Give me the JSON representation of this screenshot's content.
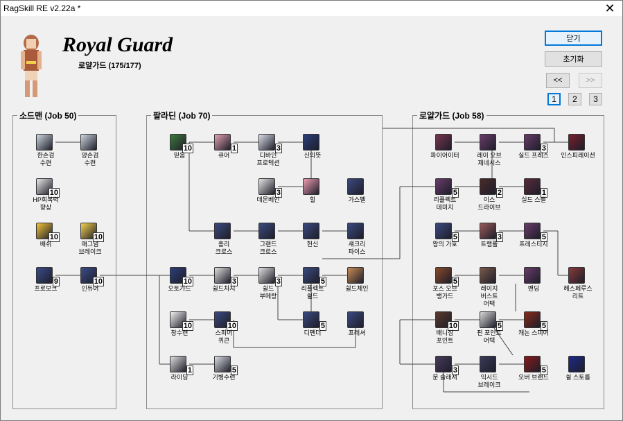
{
  "window": {
    "title": "RagSkill RE v2.22a *",
    "close_glyph": "✕"
  },
  "header": {
    "class_name": "Royal Guard",
    "subtitle": "로얄가드 (175/177)"
  },
  "buttons": {
    "close": "닫기",
    "reset": "초기화",
    "prev": "<<",
    "next": ">>"
  },
  "pages": [
    "1",
    "2",
    "3"
  ],
  "groups": {
    "swordman": "소드맨 (Job 50)",
    "paladin": "팔라딘 (Job 70)",
    "royalguard": "로얄가드 (Job 58)"
  },
  "skills": [
    {
      "name": "한손검\n수련",
      "level": "",
      "icon": "sword-icon",
      "color": "#cfd8e0"
    },
    {
      "name": "양손검\n수련",
      "level": "",
      "icon": "two-hand-sword-icon",
      "color": "#cfd8e0"
    },
    {
      "name": "HP회복력\n향상",
      "level": "10",
      "icon": "hp-recovery-icon",
      "color": "#e9e9e9"
    },
    {
      "name": "배쉬",
      "level": "10",
      "icon": "bash-icon",
      "color": "#f3c53a"
    },
    {
      "name": "매그넘\n브레이크",
      "level": "10",
      "icon": "magnum-break-icon",
      "color": "#f6d24a"
    },
    {
      "name": "프로보크",
      "level": "9",
      "icon": "provoke-icon",
      "color": "#3a4c8a"
    },
    {
      "name": "인듀어",
      "level": "10",
      "icon": "endure-icon",
      "color": "#3a4c8a"
    },
    {
      "name": "믿음",
      "level": "10",
      "icon": "faith-icon",
      "color": "#3e7a3e"
    },
    {
      "name": "큐어",
      "level": "1",
      "icon": "cure-icon",
      "color": "#e7a3b3"
    },
    {
      "name": "디바인\n프로텍션",
      "level": "3",
      "icon": "divine-protection-icon",
      "color": "#d9dde6"
    },
    {
      "name": "신의뜻",
      "level": "",
      "icon": "gods-will-icon",
      "color": "#2c3f7a"
    },
    {
      "name": "데몬베인",
      "level": "3",
      "icon": "demon-bane-icon",
      "color": "#e3e3e3"
    },
    {
      "name": "힐",
      "level": "",
      "icon": "heal-icon",
      "color": "#ef9cb1"
    },
    {
      "name": "가스펠",
      "level": "",
      "icon": "gospel-icon",
      "color": "#3b4a80"
    },
    {
      "name": "홀리\n크로스",
      "level": "",
      "icon": "holy-cross-icon",
      "color": "#3b4a80"
    },
    {
      "name": "그랜드\n크로스",
      "level": "",
      "icon": "grand-cross-icon",
      "color": "#3b4a80"
    },
    {
      "name": "헌신",
      "level": "",
      "icon": "devotion-icon",
      "color": "#3b4a80"
    },
    {
      "name": "섀크리\n파이스",
      "level": "",
      "icon": "sacrifice-icon",
      "color": "#3b4a80"
    },
    {
      "name": "오토가드",
      "level": "10",
      "icon": "auto-guard-icon",
      "color": "#2c3f7a"
    },
    {
      "name": "쉴드차지",
      "level": "3",
      "icon": "shield-charge-icon",
      "color": "#e0e0e0"
    },
    {
      "name": "쉴드\n부메랑",
      "level": "3",
      "icon": "shield-boomerang-icon",
      "color": "#e0e0e0"
    },
    {
      "name": "리플렉트\n쉴드",
      "level": "5",
      "icon": "reflect-shield-icon",
      "color": "#3b4a80"
    },
    {
      "name": "쉴드체인",
      "level": "",
      "icon": "shield-chain-icon",
      "color": "#c98c55"
    },
    {
      "name": "창수련",
      "level": "10",
      "icon": "spear-mastery-icon",
      "color": "#f1f1f1"
    },
    {
      "name": "스피어\n퀴큰",
      "level": "10",
      "icon": "spear-quicken-icon",
      "color": "#3b4a80"
    },
    {
      "name": "디펜더",
      "level": "5",
      "icon": "defender-icon",
      "color": "#3b4a80"
    },
    {
      "name": "프레셔",
      "level": "",
      "icon": "pressure-icon",
      "color": "#3b4a80"
    },
    {
      "name": "라이딩",
      "level": "1",
      "icon": "riding-icon",
      "color": "#e0e0e0"
    },
    {
      "name": "기병수련",
      "level": "5",
      "icon": "cavalry-icon",
      "color": "#dcdfe6"
    },
    {
      "name": "파이어이터",
      "level": "",
      "icon": "pinpoint-icon",
      "color": "#7a3550"
    },
    {
      "name": "레이 오브\n제네시스",
      "level": "",
      "icon": "genesis-icon",
      "color": "#6a3c6a"
    },
    {
      "name": "실드 프레스",
      "level": "3",
      "icon": "shield-press-icon",
      "color": "#6a3c6a"
    },
    {
      "name": "인스피레이션",
      "level": "",
      "icon": "inspiration-icon",
      "color": "#7a1f2c"
    },
    {
      "name": "리플렉트\n데미지",
      "level": "5",
      "icon": "reflect-damage-icon",
      "color": "#6a3c6a"
    },
    {
      "name": "이스\n드라이브",
      "level": "2",
      "icon": "earth-drive-icon",
      "color": "#4a2a2a"
    },
    {
      "name": "실드 스펠",
      "level": "1",
      "icon": "shield-spell-icon",
      "color": "#5a2a3a"
    },
    {
      "name": "왕의 가호",
      "level": "5",
      "icon": "kings-grace-icon",
      "color": "#3b4a80"
    },
    {
      "name": "트램플",
      "level": "3",
      "icon": "trample-icon",
      "color": "#9a5a5a"
    },
    {
      "name": "프레스티지",
      "level": "5",
      "icon": "prestige-icon",
      "color": "#6a3c6a"
    },
    {
      "name": "포스 오브\n뱅가드",
      "level": "5",
      "icon": "vanguard-icon",
      "color": "#8a4a2a"
    },
    {
      "name": "레이지\n버스트\n어택",
      "level": "",
      "icon": "rage-burst-icon",
      "color": "#7a5a4a"
    },
    {
      "name": "밴딩",
      "level": "",
      "icon": "banding-icon",
      "color": "#6a3c6a"
    },
    {
      "name": "헤스페루스\n리트",
      "level": "",
      "icon": "hesperuslit-icon",
      "color": "#8a3a3a"
    },
    {
      "name": "배니싱\n포인트",
      "level": "10",
      "icon": "vanishing-point-icon",
      "color": "#5a3a2a"
    },
    {
      "name": "핀 포인트\n어택",
      "level": "5",
      "icon": "pinpoint-attack-icon",
      "color": "#d8d8d8"
    },
    {
      "name": "캐논 스피어",
      "level": "5",
      "icon": "cannon-spear-icon",
      "color": "#8a2a1a"
    },
    {
      "name": "문 슬래셔",
      "level": "3",
      "icon": "moon-slasher-icon",
      "color": "#4a3a5a"
    },
    {
      "name": "익시드\n브레이크",
      "level": "",
      "icon": "exceed-break-icon",
      "color": "#3a3a5a"
    },
    {
      "name": "오버 브랜드",
      "level": "5",
      "icon": "overbrand-icon",
      "color": "#8a1a1a"
    },
    {
      "name": "쉴 스토름",
      "level": "",
      "icon": "shield-storm-icon",
      "color": "#1a2a8a"
    }
  ]
}
